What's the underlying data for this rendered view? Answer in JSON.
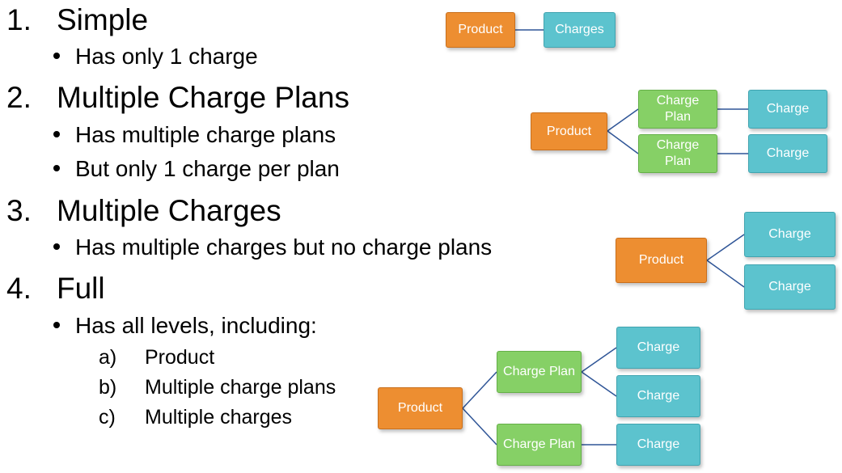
{
  "outline": {
    "sections": [
      {
        "number": "1.",
        "title": "Simple",
        "bullets": [
          "Has only 1 charge"
        ]
      },
      {
        "number": "2.",
        "title": "Multiple Charge Plans",
        "bullets": [
          "Has multiple charge plans",
          "But only 1 charge per plan"
        ]
      },
      {
        "number": "3.",
        "title": "Multiple Charges",
        "bullets": [
          "Has multiple charges but no charge plans"
        ]
      },
      {
        "number": "4.",
        "title": "Full",
        "bullets": [
          "Has all levels, including:"
        ],
        "subitems": [
          {
            "marker": "a)",
            "text": "Product"
          },
          {
            "marker": "b)",
            "text": "Multiple charge plans"
          },
          {
            "marker": "c)",
            "text": "Multiple charges"
          }
        ]
      }
    ]
  },
  "diagrams": {
    "simple": {
      "product": "Product",
      "charges": "Charges"
    },
    "multiple_plans": {
      "product": "Product",
      "plan1": "Charge\nPlan",
      "plan2": "Charge\nPlan",
      "charge1": "Charge",
      "charge2": "Charge"
    },
    "multiple_charges": {
      "product": "Product",
      "charge1": "Charge",
      "charge2": "Charge"
    },
    "full": {
      "product": "Product",
      "plan1": "Charge Plan",
      "plan2": "Charge Plan",
      "charge1": "Charge",
      "charge2": "Charge",
      "charge3": "Charge"
    }
  },
  "colors": {
    "product": "#ED8E31",
    "charge": "#5CC3CE",
    "charge_plan": "#86D066",
    "connector": "#2F5597"
  }
}
